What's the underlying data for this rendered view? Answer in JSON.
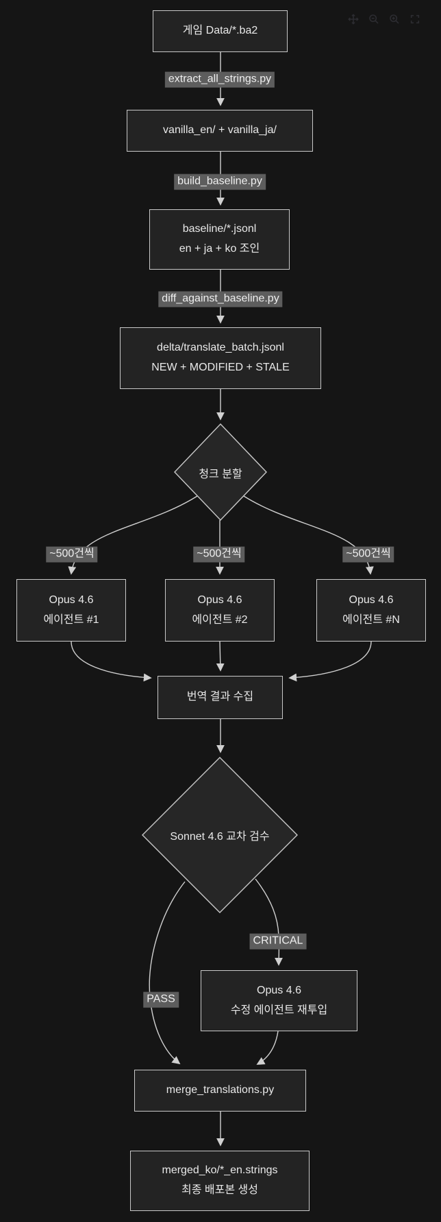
{
  "diagram": {
    "nodes": {
      "source": {
        "line1": "게임 Data/*.ba2"
      },
      "vanilla": {
        "line1": "vanilla_en/ + vanilla_ja/"
      },
      "baseline": {
        "line1": "baseline/*.jsonl",
        "line2": "en + ja + ko 조인"
      },
      "delta": {
        "line1": "delta/translate_batch.jsonl",
        "line2": "NEW + MODIFIED + STALE"
      },
      "chunk_decision": {
        "line1": "청크 분할"
      },
      "agent1": {
        "line1": "Opus 4.6",
        "line2": "에이전트 #1"
      },
      "agent2": {
        "line1": "Opus 4.6",
        "line2": "에이전트 #2"
      },
      "agentN": {
        "line1": "Opus 4.6",
        "line2": "에이전트 #N"
      },
      "collect": {
        "line1": "번역 결과 수집"
      },
      "review_decision": {
        "line1": "Sonnet 4.6 교차 검수"
      },
      "fix_agent": {
        "line1": "Opus 4.6",
        "line2": "수정 에이전트 재투입"
      },
      "merge": {
        "line1": "merge_translations.py"
      },
      "final": {
        "line1": "merged_ko/*_en.strings",
        "line2": "최종 배포본 생성"
      }
    },
    "edge_labels": {
      "extract": "extract_all_strings.py",
      "build": "build_baseline.py",
      "diff": "diff_against_baseline.py",
      "chunk1": "~500건씩",
      "chunk2": "~500건씩",
      "chunk3": "~500건씩",
      "pass": "PASS",
      "critical": "CRITICAL"
    },
    "colors": {
      "background": "#151515",
      "node_fill": "#232323",
      "node_border": "#c9c9c9",
      "node_text": "#e9e9e9",
      "edge_line": "#d0d0d0",
      "edge_label_bg": "#5d5d5d",
      "control_icon": "#2c2c31"
    }
  },
  "controls": {
    "icons": [
      "pan",
      "zoom-out",
      "zoom-in",
      "reset-view"
    ]
  }
}
